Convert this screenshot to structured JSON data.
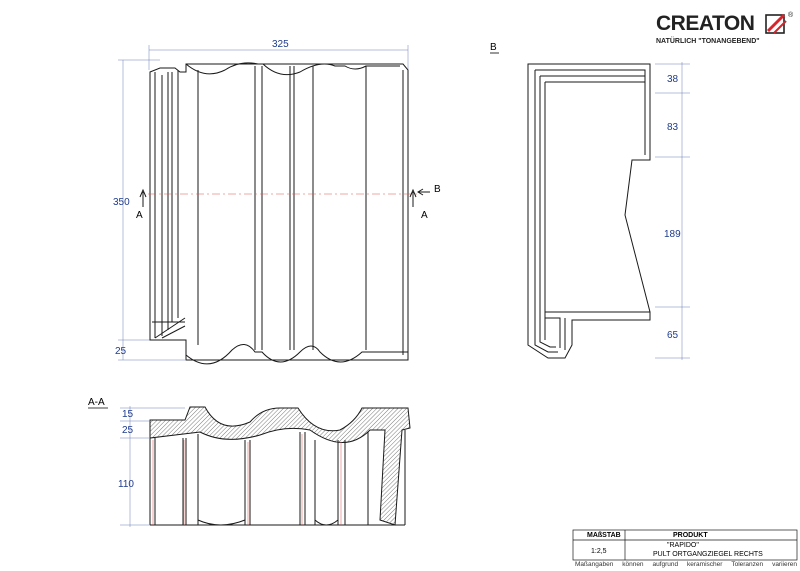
{
  "brand": {
    "name": "CREATON",
    "registered": "®",
    "tagline": "NATÜRLICH \"TONANGEBEND\""
  },
  "views": {
    "b_label": "B",
    "section_label": "A-A",
    "cut_marker_a": "A",
    "cut_marker_b": "B"
  },
  "dimensions": {
    "width_total": "325",
    "height_total": "350",
    "bottom_offset": "25",
    "side_1": "38",
    "side_2": "83",
    "side_3": "189",
    "side_4": "65",
    "sect_1": "15",
    "sect_2": "25",
    "sect_3": "110"
  },
  "title_block": {
    "scale_header": "MAßSTAB",
    "product_header": "PRODUKT",
    "scale_value": "1:2,5",
    "product_line1": "\"RAPIDO\"",
    "product_line2": "PULT ORTGANGZIEGEL RECHTS",
    "disclaimer": [
      "Maßangaben",
      "können",
      "aufgrund",
      "keramischer",
      "Toleranzen",
      "variieren"
    ]
  },
  "colors": {
    "line": "#1a1a1a",
    "dimension": "#1f3c8c",
    "hidden_line": "#d9534f",
    "section_hatch": "#808080",
    "logo_red": "#d8232a"
  }
}
